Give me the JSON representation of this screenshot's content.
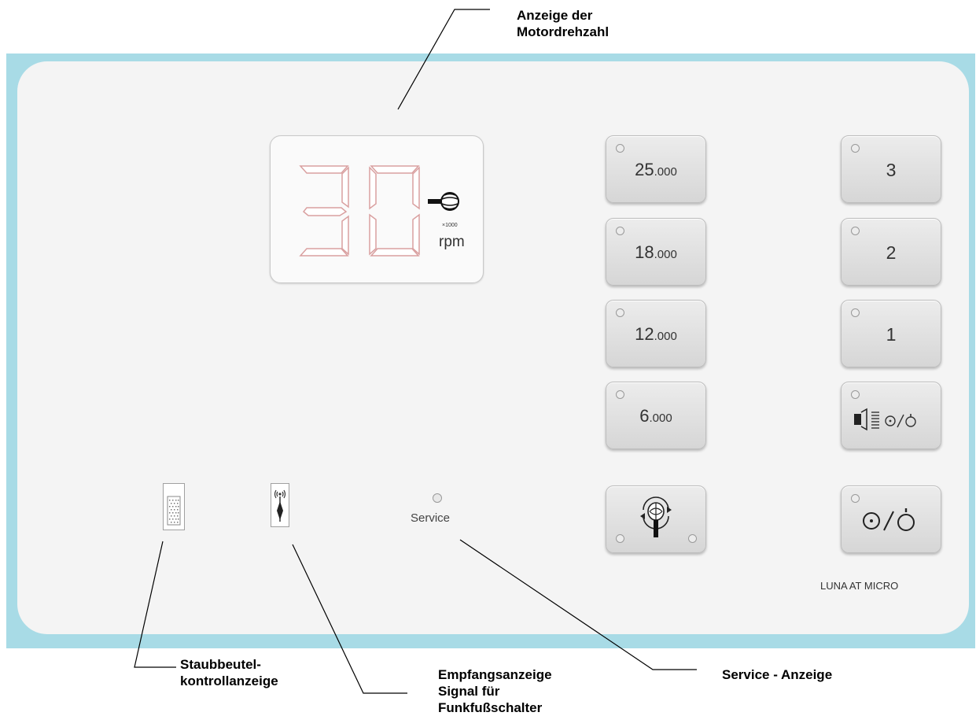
{
  "callouts": {
    "speed_display": [
      "Anzeige der",
      "Motordrehzahl"
    ],
    "dust_bag": [
      "Staubbeutel-",
      "kontrollanzeige"
    ],
    "reception": [
      "Empfangsanzeige",
      "Signal für",
      "Funkfußschalter"
    ],
    "service": "Service - Anzeige"
  },
  "display": {
    "value": "30",
    "multiplier": "×1000",
    "unit": "rpm"
  },
  "speed_buttons": [
    {
      "main": "25",
      "suffix": ".000"
    },
    {
      "main": "18",
      "suffix": ".000"
    },
    {
      "main": "12",
      "suffix": ".000"
    },
    {
      "main": "6",
      "suffix": ".000"
    }
  ],
  "level_buttons": [
    "3",
    "2",
    "1"
  ],
  "service_label": "Service",
  "model_label": "LUNA AT MICRO",
  "icons": {
    "motor": "bur-icon",
    "dust": "dust-bag-icon",
    "signal": "radio-signal-icon",
    "light_onoff": "light-on-off-icon",
    "rotation": "rotation-direction-icon",
    "power": "power-on-off-icon"
  },
  "colors": {
    "frame": "#a8dbe6",
    "panel": "#f4f4f4",
    "segment_off": "#e2b2b2"
  }
}
